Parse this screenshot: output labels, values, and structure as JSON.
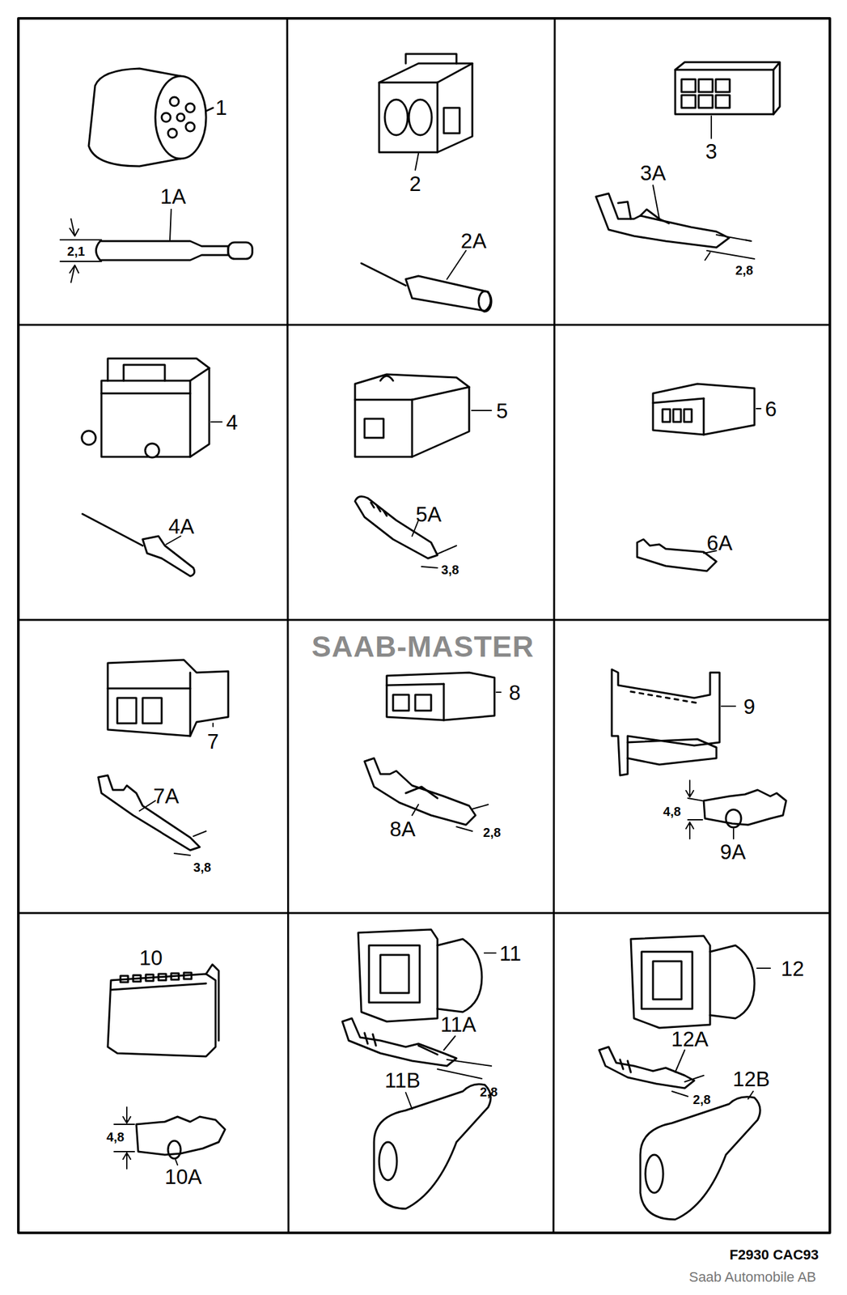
{
  "diagram": {
    "labels": [
      "1",
      "1A",
      "2,1",
      "2",
      "2A",
      "3",
      "3A",
      "2,8",
      "4",
      "4A",
      "5",
      "5A",
      "3,8",
      "6",
      "6A",
      "SAAB-MASTER",
      "7",
      "7A",
      "3,8",
      "8",
      "8A",
      "2,8",
      "9",
      "4,8",
      "9A",
      "10",
      "4,8",
      "10A",
      "11",
      "11A",
      "2,8",
      "11B",
      "12",
      "12A",
      "2,8",
      "12B",
      "F2930 CAC93",
      "Saab Automobile AB"
    ]
  }
}
